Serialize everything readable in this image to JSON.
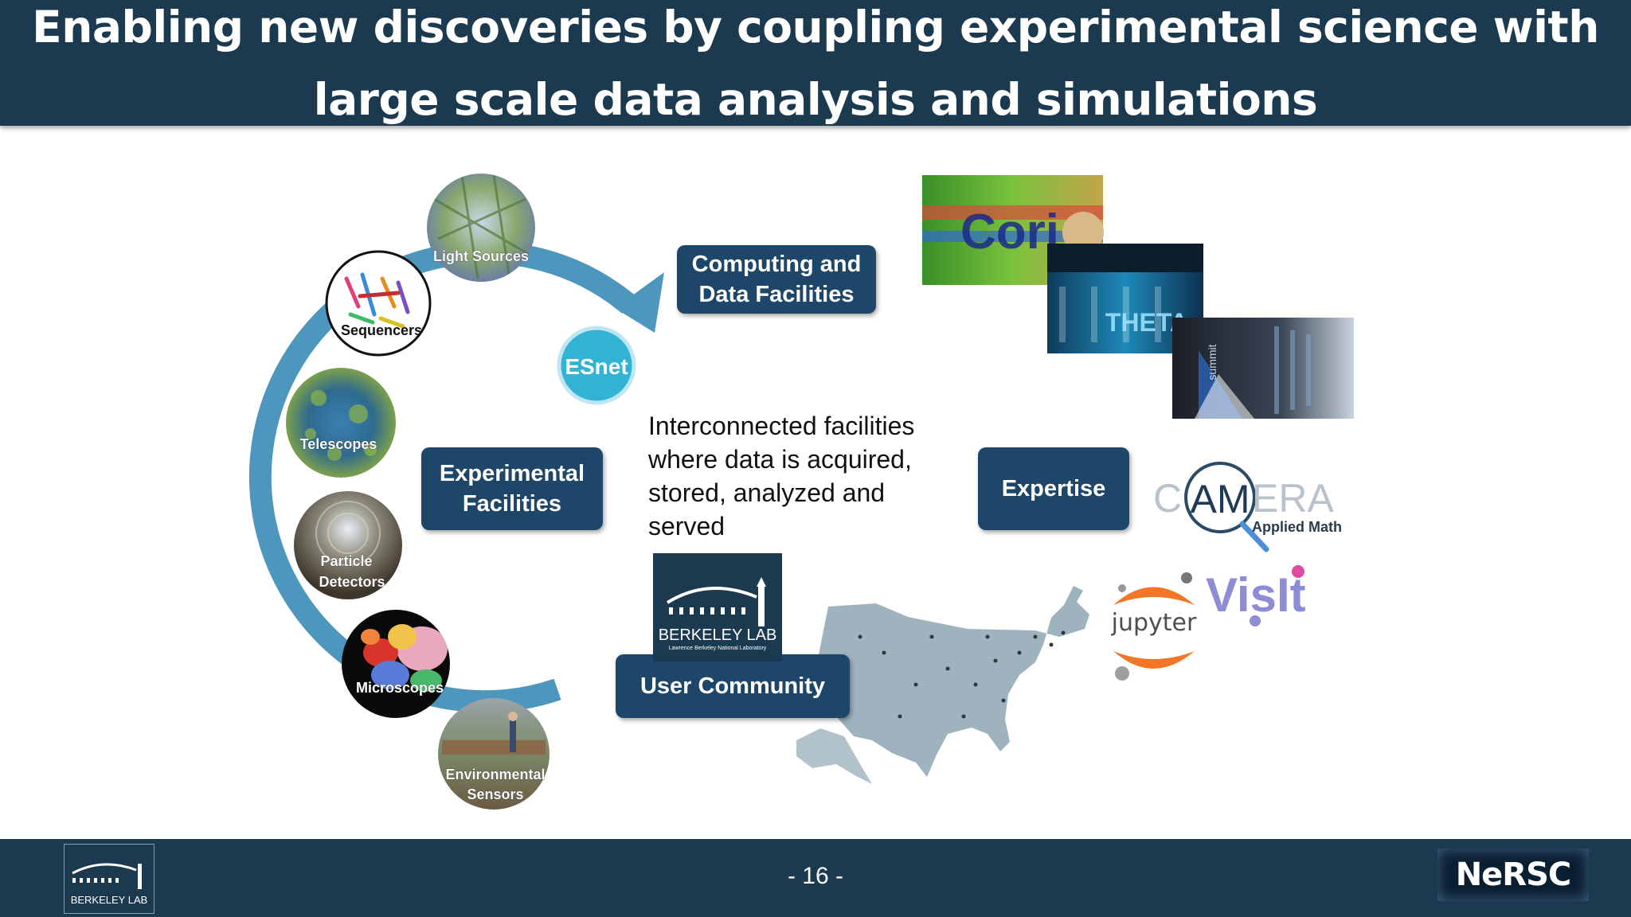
{
  "slide": {
    "title_line1": "Enabling new discoveries by coupling experimental science with",
    "title_line2": "large scale data analysis and simulations",
    "page_number": "- 16 -"
  },
  "cycle": {
    "computing": "Computing and\nData Facilities",
    "experimental": "Experimental\nFacilities",
    "expertise": "Expertise",
    "user_community": "User Community",
    "esnet": "ESnet",
    "center_text": "Interconnected facilities\nwhere data is acquired,\nstored, analyzed and served"
  },
  "facilities": {
    "light_sources": "Light Sources",
    "sequencers": "Sequencers",
    "telescopes": "Telescopes",
    "particle_detectors_1": "Particle",
    "particle_detectors_2": "Detectors",
    "microscopes": "Microscopes",
    "environmental_1": "Environmental",
    "environmental_2": "Sensors"
  },
  "supercomputers": {
    "cori": "Cori",
    "theta": "THETA",
    "summit": "summit"
  },
  "logos": {
    "berkeley_lab": "BERKELEY LAB",
    "berkeley_lab_sub": "Lawrence Berkeley National Laboratory",
    "footer_berkeley": "BERKELEY LAB",
    "camera_am": "AM",
    "camera_c": "C",
    "camera_era": "ERA",
    "camera_sub": "Applied Math",
    "jupyter": "jupyter",
    "visit": "VisIt",
    "nersc": "NeRSC"
  },
  "colors": {
    "header_bg": "#1b3a50",
    "box_bg": "#1e4669",
    "cycle_ring": "#4d96be",
    "esnet": "#33b3d4"
  }
}
